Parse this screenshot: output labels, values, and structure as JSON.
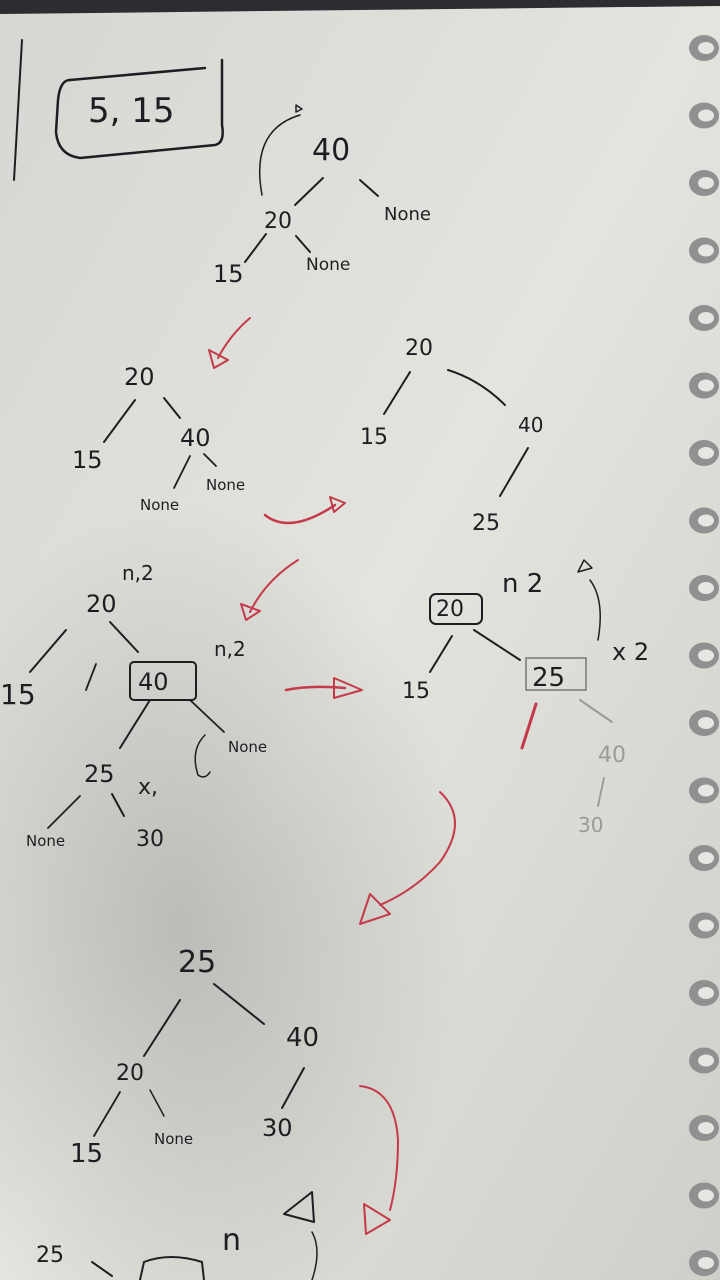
{
  "box_label": "5, 15",
  "tree1": {
    "root": "40",
    "left": "20",
    "ll": "15",
    "lr": "None",
    "right": "None"
  },
  "tree2": {
    "root": "20",
    "left": "15",
    "right": "40",
    "rl": "None",
    "rr": "None"
  },
  "tree3": {
    "root": "20",
    "left": "15",
    "right": "40",
    "rl": "25"
  },
  "tree4": {
    "root": "20",
    "root_note": "n,2",
    "left": "15",
    "right": "40",
    "right_note": "n,2",
    "rl": "25",
    "rl_note": "x,",
    "rr": "None",
    "rll": "None",
    "rlr": "30"
  },
  "tree5": {
    "root": "20",
    "root_note": "n 2",
    "left": "15",
    "right": "25",
    "right_note": "x 2",
    "rr": "40",
    "rrl": "30"
  },
  "tree6": {
    "root": "25",
    "left": "20",
    "right": "40",
    "ll": "15",
    "lr": "None",
    "rl": "30"
  },
  "bottom": {
    "a": "25",
    "b": "n"
  }
}
